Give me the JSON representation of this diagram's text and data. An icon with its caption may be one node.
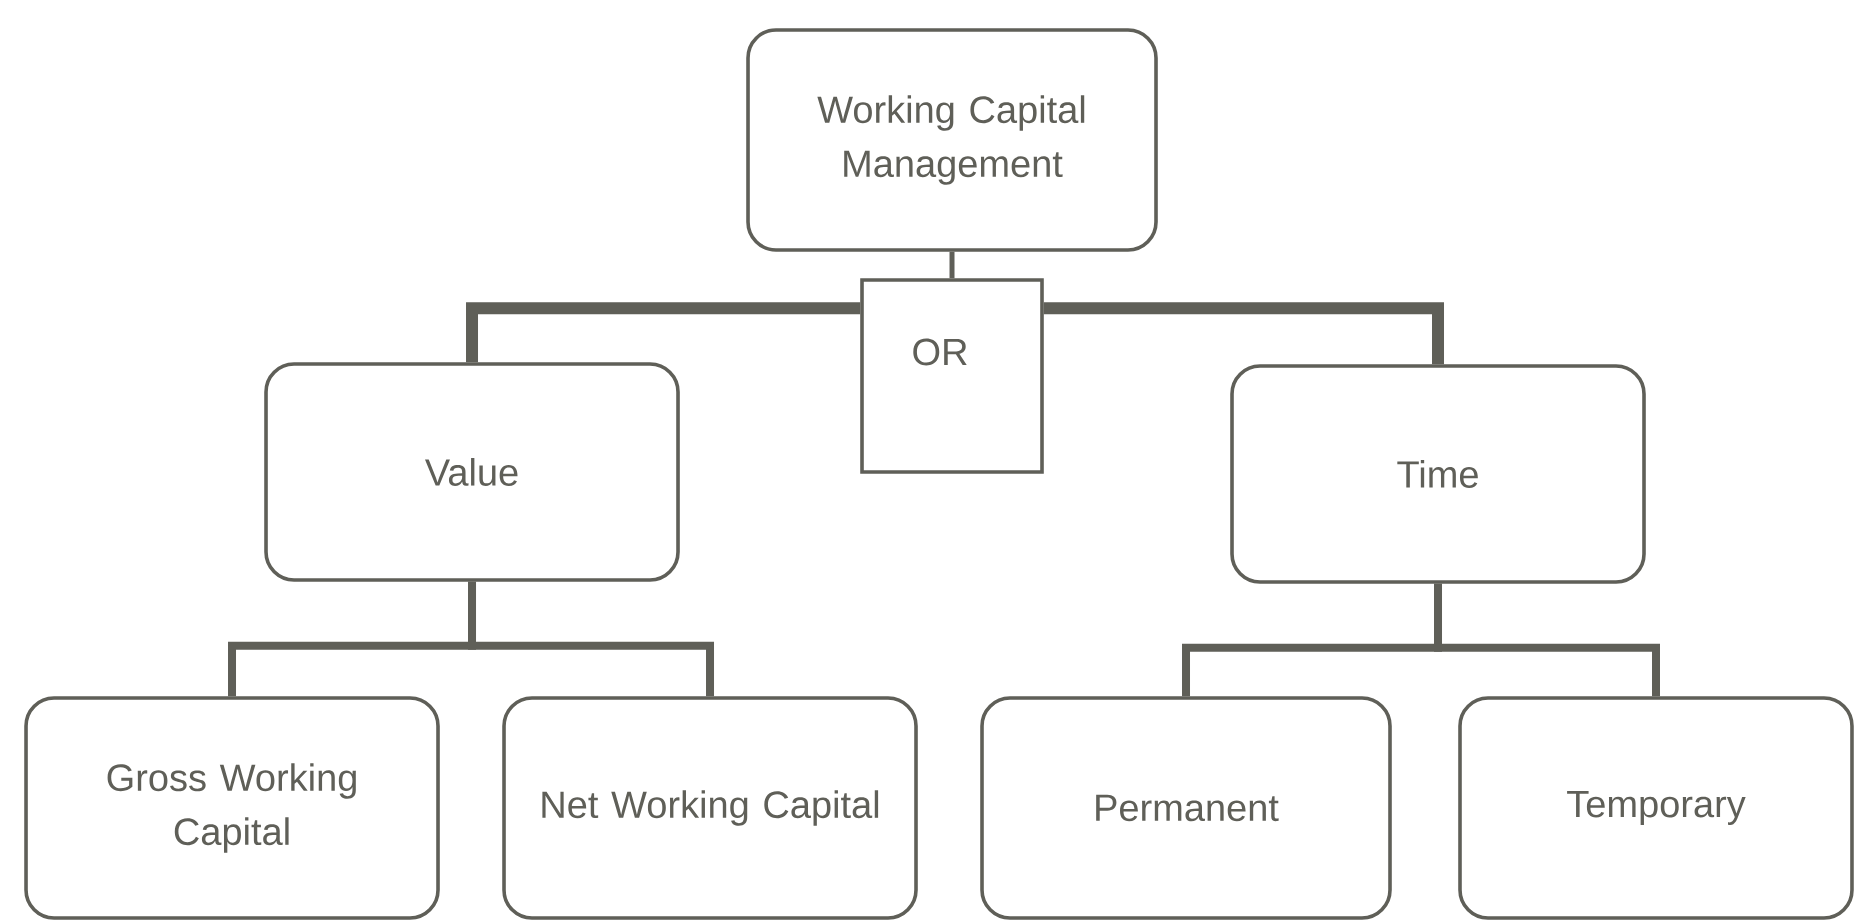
{
  "diagram": {
    "nodes": [
      {
        "text": [
          "Working Capital Management"
        ]
      },
      {
        "text": [
          "OR"
        ]
      },
      {
        "text": [
          "Value"
        ]
      },
      {
        "text": [
          "Time"
        ]
      },
      {
        "text": [
          "Gross Working Capital"
        ]
      },
      {
        "text": [
          "Net Working Capital"
        ]
      },
      {
        "text": [
          "Permanent"
        ]
      },
      {
        "text": [
          "Temporary"
        ]
      }
    ],
    "edges": [
      {
        "from": 0,
        "to": 1,
        "arrow": "none"
      },
      {
        "from": 1,
        "to": 2,
        "arrow": "none"
      },
      {
        "from": 1,
        "to": 3,
        "arrow": "none"
      },
      {
        "from": 2,
        "to": 4,
        "arrow": "none"
      },
      {
        "from": 2,
        "to": 5,
        "arrow": "none"
      },
      {
        "from": 3,
        "to": 6,
        "arrow": "none"
      },
      {
        "from": 3,
        "to": 7,
        "arrow": "none"
      }
    ]
  }
}
